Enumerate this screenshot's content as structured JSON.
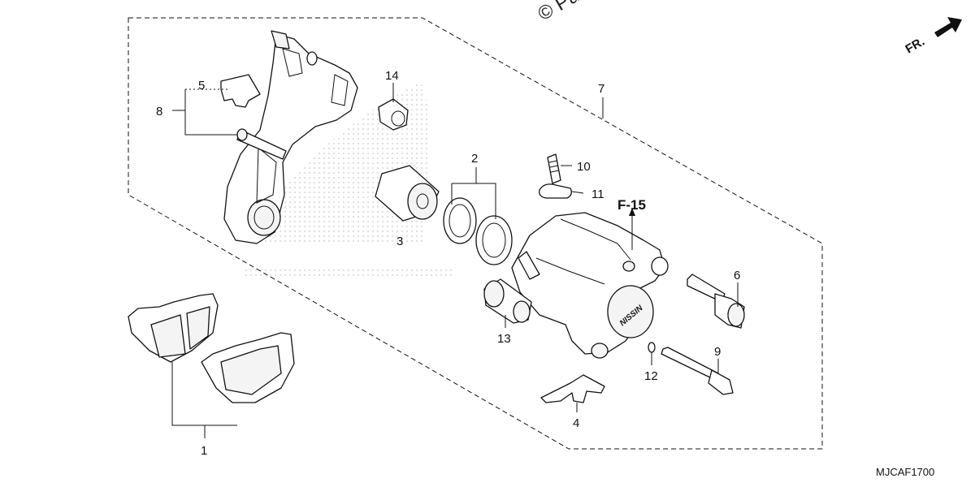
{
  "watermark": "© Pa",
  "direction": "FR.",
  "reference": "F-15",
  "code": "MJCAF1700",
  "callouts": [
    "1",
    "2",
    "3",
    "4",
    "5",
    "6",
    "7",
    "8",
    "9",
    "10",
    "11",
    "12",
    "13",
    "14"
  ],
  "colors": {
    "ink": "#111111",
    "background": "#ffffff"
  },
  "icons": [
    "front-direction-arrow-icon"
  ]
}
